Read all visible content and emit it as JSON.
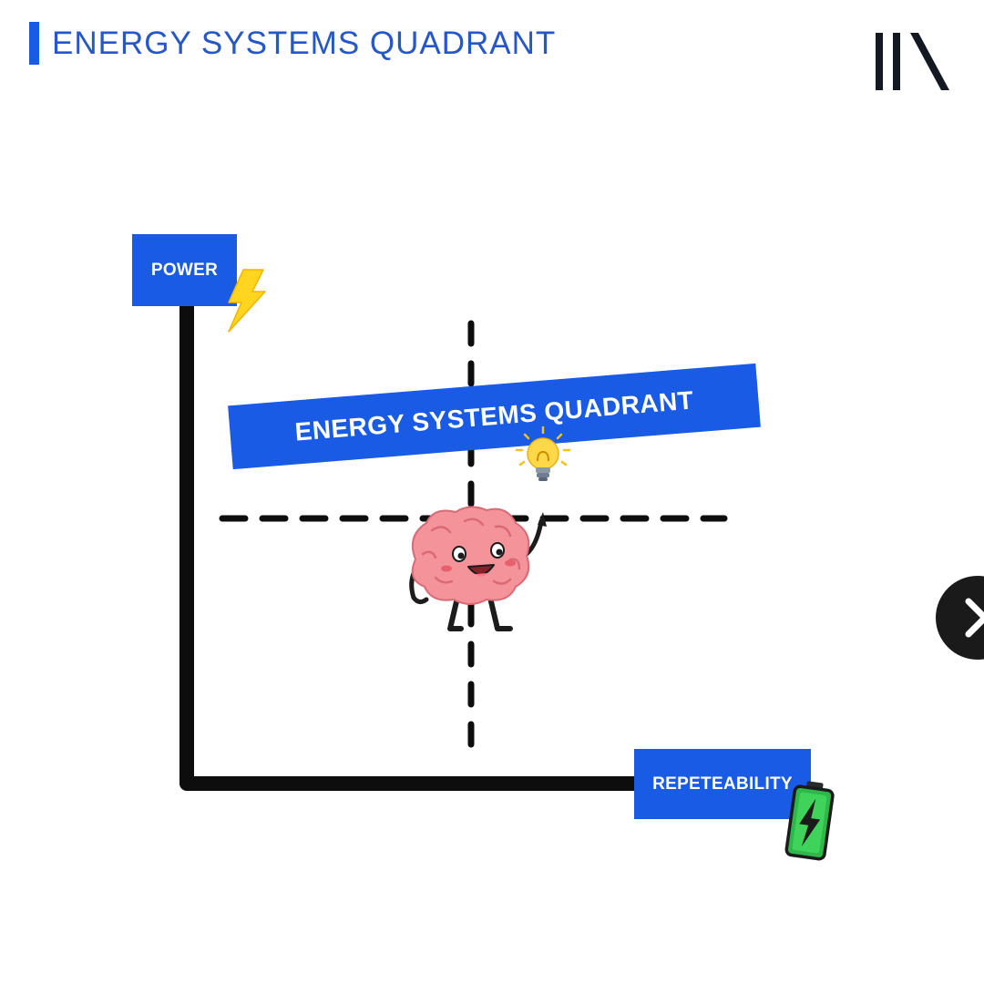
{
  "header": {
    "title": "ENERGY SYSTEMS QUADRANT"
  },
  "logo": {
    "icon": "brand-logo-icon"
  },
  "diagram": {
    "y_axis_label": "POWER",
    "x_axis_label": "REPETEABILITY",
    "banner_text": "ENERGY SYSTEMS QUADRANT",
    "illustrations": [
      "lightning-bolt-icon",
      "light-bulb-icon",
      "brain-mascot-icon",
      "battery-icon"
    ]
  },
  "navigation": {
    "next_icon": "chevron-right-icon"
  },
  "colors": {
    "accent": "#1a5be6",
    "header_text": "#2557c9",
    "axis": "#0d0d0d",
    "logo": "#141821",
    "bolt": "#ffd51f",
    "battery": "#2eb84a",
    "brain": "#f4939a"
  }
}
